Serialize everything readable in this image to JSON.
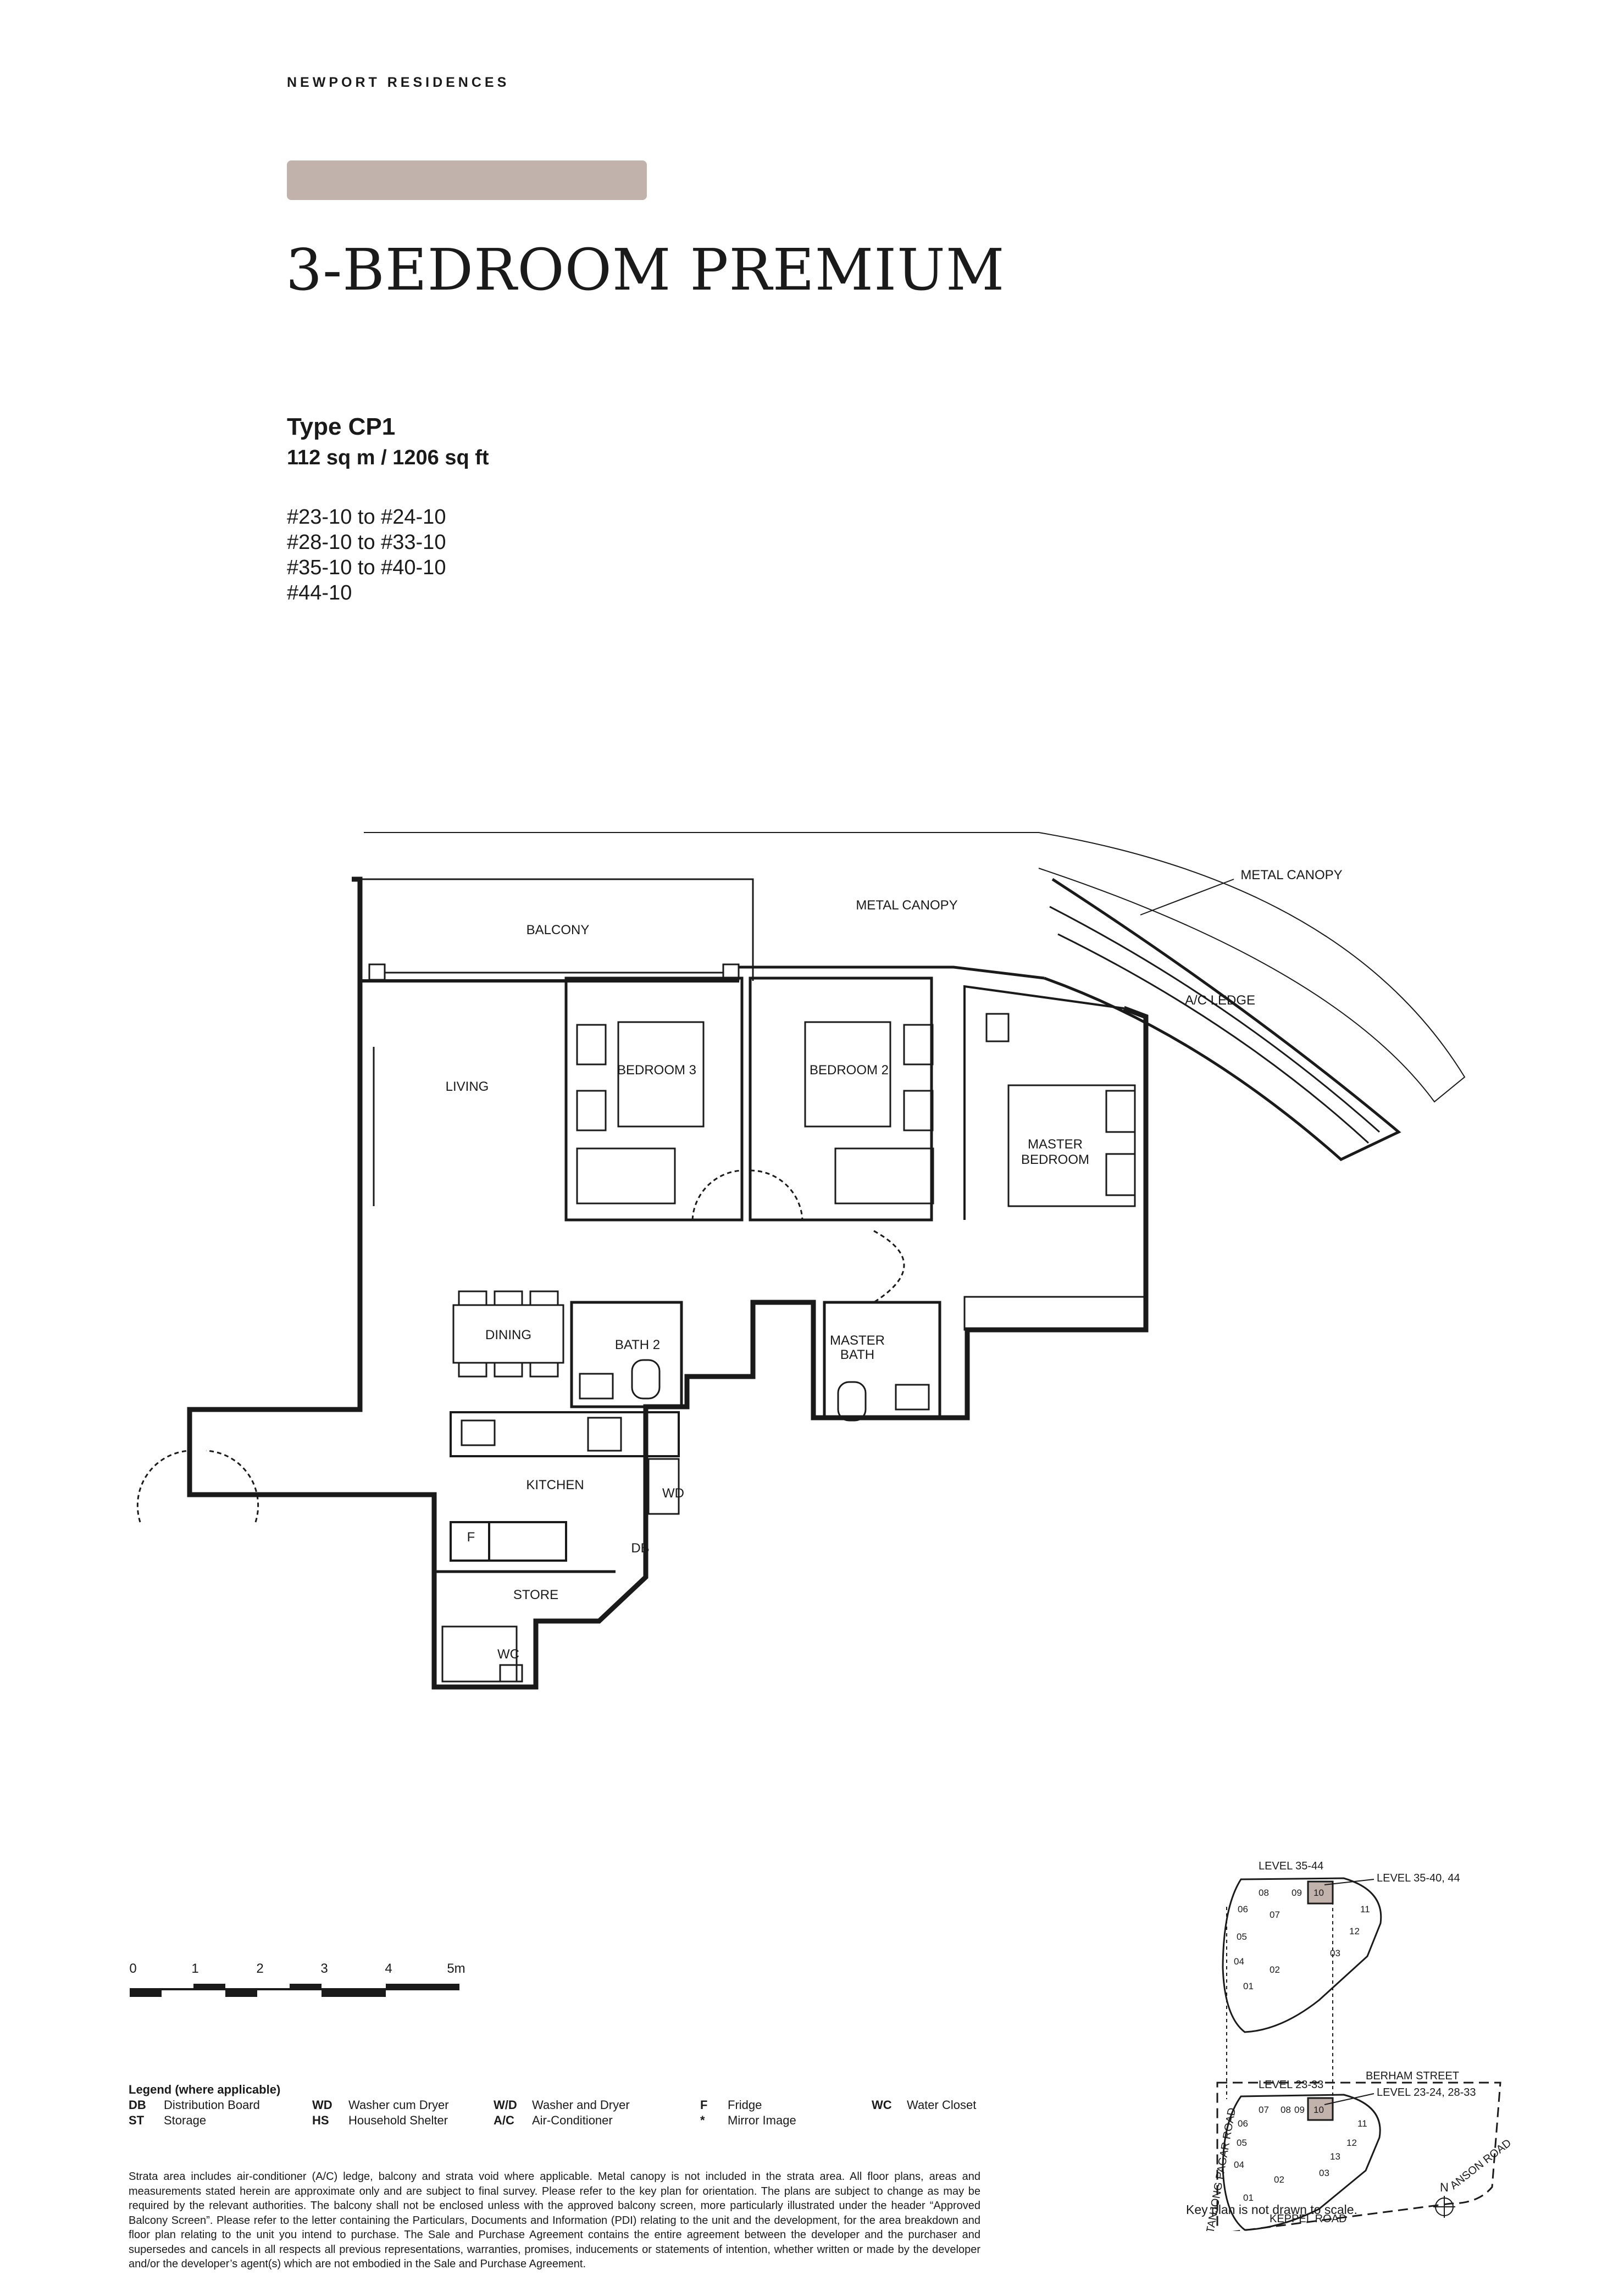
{
  "header": {
    "brand": "NEWPORT RESIDENCES"
  },
  "unit": {
    "title": "3-BEDROOM PREMIUM",
    "type_name": "Type CP1",
    "area": "112 sq m / 1206 sq ft",
    "stacks": [
      "#23-10 to #24-10",
      "#28-10 to #33-10",
      "#35-10 to #40-10",
      "#44-10"
    ]
  },
  "floorplan": {
    "rooms": {
      "balcony": "BALCONY",
      "metal_canopy": "METAL CANOPY",
      "metal_canopy_callout": "METAL CANOPY",
      "ac_ledge": "A/C LEDGE",
      "living": "LIVING",
      "bedroom3": "BEDROOM 3",
      "bedroom2": "BEDROOM 2",
      "master_line1": "MASTER",
      "master_line2": "BEDROOM",
      "dining": "DINING",
      "bath2": "BATH 2",
      "master_bath_line1": "MASTER",
      "master_bath_line2": "BATH",
      "kitchen": "KITCHEN",
      "wd": "WD",
      "f": "F",
      "db": "DB",
      "store": "STORE",
      "wc": "WC"
    }
  },
  "scale": {
    "labels": [
      "0",
      "1",
      "2",
      "3",
      "4",
      "5m"
    ]
  },
  "legend": {
    "title": "Legend (where applicable)",
    "items": [
      {
        "abbr": "DB",
        "label": "Distribution Board"
      },
      {
        "abbr": "ST",
        "label": "Storage"
      },
      {
        "abbr": "WD",
        "label": "Washer cum Dryer"
      },
      {
        "abbr": "HS",
        "label": "Household Shelter"
      },
      {
        "abbr": "W/D",
        "label": "Washer and Dryer"
      },
      {
        "abbr": "A/C",
        "label": "Air-Conditioner"
      },
      {
        "abbr": "F",
        "label": "Fridge"
      },
      {
        "abbr": "*",
        "label": "Mirror Image"
      },
      {
        "abbr": "WC",
        "label": "Water Closet"
      }
    ]
  },
  "disclaimer": "Strata area includes air-conditioner (A/C) ledge, balcony and strata void where applicable. Metal canopy is not included in the strata area. All floor plans, areas and measurements stated herein are approximate only and are subject to final survey. Please refer to the key plan for orientation. The plans are subject to change as may be required by the relevant authorities. The balcony shall not be enclosed unless with the approved balcony screen, more particularly illustrated under the header “Approved Balcony Screen”. Please refer to the letter containing the Particulars, Documents and Information (PDI) relating to the unit and the development, for the area breakdown and floor plan relating to the unit you intend to purchase. The Sale and Purchase Agreement contains the entire agreement between the developer and the purchaser and supersedes and cancels in all respects all previous representations, warranties, promises, inducements or statements of intention, whether written or made by the developer and/or the developer’s agent(s) which are not embodied in the Sale and Purchase Agreement.",
  "keyplan": {
    "upper_level": "LEVEL  35-44",
    "upper_callout": "LEVEL 35-40, 44",
    "lower_level": "LEVEL  23-33",
    "lower_callout": "LEVEL 23-24, 28-33",
    "roads": {
      "berham": "BERHAM STREET",
      "tanjong": "TANJONG PAGAR ROAD",
      "keppel": "KEPPEL ROAD",
      "anson": "ANSON ROAD"
    },
    "upper_units": [
      "08",
      "09",
      "10",
      "11",
      "12",
      "06",
      "07",
      "05",
      "03",
      "04",
      "02",
      "01"
    ],
    "lower_units": [
      "07",
      "08",
      "09",
      "10",
      "11",
      "06",
      "12",
      "05",
      "13",
      "04",
      "03",
      "02",
      "01"
    ],
    "north": "N",
    "note": "Key plan is not drawn to scale.",
    "highlight_color": "#c2b2ac"
  },
  "colors": {
    "accent": "#c2b2ac",
    "ink": "#1a1a1a"
  }
}
